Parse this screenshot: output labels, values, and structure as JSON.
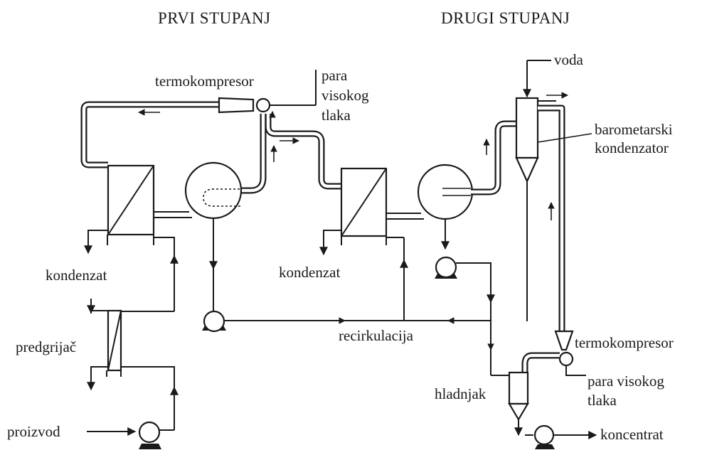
{
  "labels": {
    "stage1": "PRVI STUPANJ",
    "stage2": "DRUGI STUPANJ",
    "thermocompressor1": "termokompresor",
    "hp_steam1_line1": "para",
    "hp_steam1_line2": "visokog",
    "hp_steam1_line3": "tlaka",
    "water": "voda",
    "barometric_line1": "barometarski",
    "barometric_line2": "kondenzator",
    "condensate1": "kondenzat",
    "condensate2": "kondenzat",
    "preheater": "predgrijač",
    "recirculation": "recirkulacija",
    "thermocompressor2": "termokompresor",
    "hp_steam2_line1": "para visokog",
    "hp_steam2_line2": "tlaka",
    "cooler": "hladnjak",
    "product": "proizvod",
    "concentrate": "koncentrat"
  }
}
